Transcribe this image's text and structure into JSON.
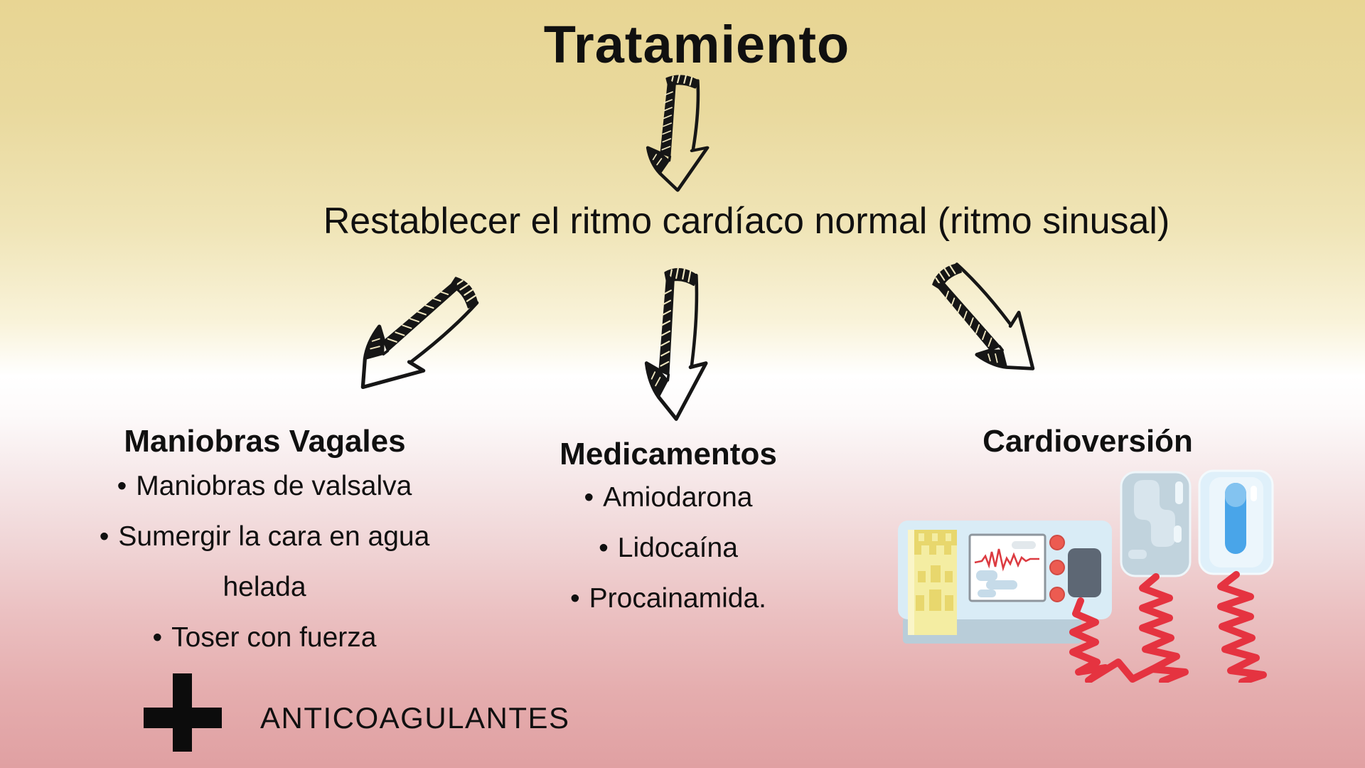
{
  "slide": {
    "title": "Tratamiento",
    "subtitle": "Restablecer el ritmo cardíaco normal (ritmo sinusal)",
    "bullet": "•",
    "columns": [
      {
        "heading": "Maniobras Vagales",
        "items": [
          "Maniobras de valsalva",
          "Sumergir la cara en agua helada",
          "Toser con fuerza"
        ]
      },
      {
        "heading": "Medicamentos",
        "items": [
          "Amiodarona",
          "Lidocaína",
          "Procainamida."
        ]
      },
      {
        "heading": "Cardioversión",
        "items": []
      }
    ],
    "addition": {
      "plus_symbol": "+",
      "label": "ANTICOAGULANTES"
    },
    "icons": {
      "flow_arrows": [
        "sketch-down-arrow-from-title",
        "sketch-down-left-arrow",
        "sketch-down-arrow",
        "sketch-down-right-arrow"
      ],
      "illustration": "defibrillator-with-paddles",
      "plus": "plus-icon"
    },
    "colors": {
      "background_top": "#e8d593",
      "background_middle": "#ffffff",
      "background_bottom": "#e0a0a2",
      "text": "#101010",
      "cable_red": "#e53340",
      "device_body_blue": "#d9ecf6",
      "device_base_blue": "#b9cdd9",
      "paddle_capsule_blue": "#49a5e9",
      "paper_yellow": "#f4eda2",
      "button_red": "#ec5b51",
      "module_grey": "#5d6774",
      "ecg_red": "#dc3b41"
    }
  }
}
